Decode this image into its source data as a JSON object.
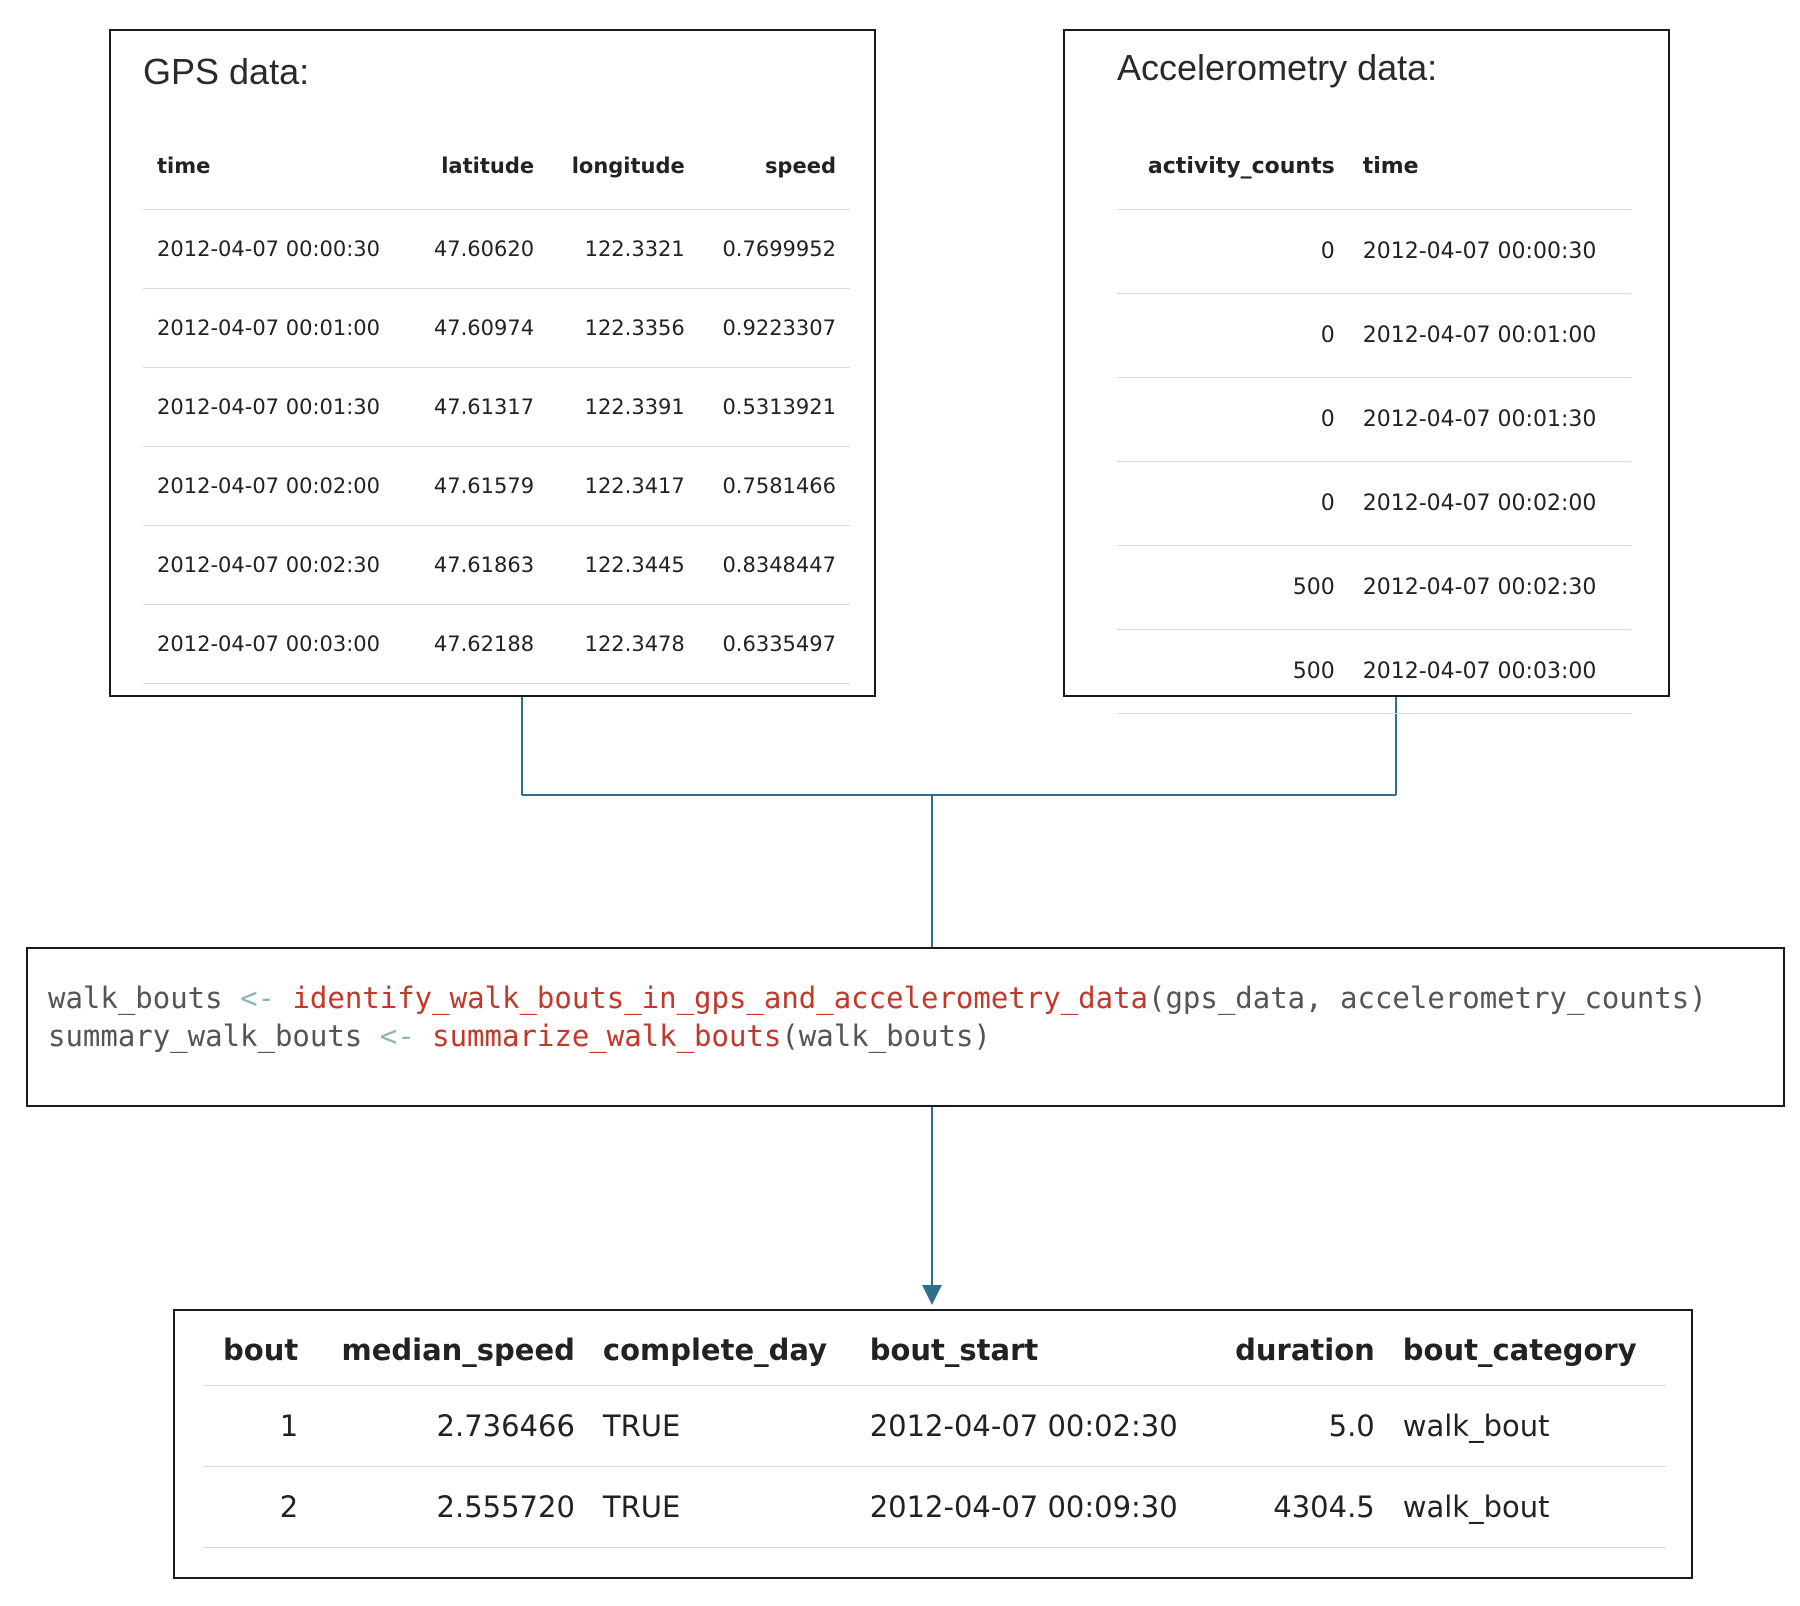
{
  "gps": {
    "title": "GPS data:",
    "columns": [
      "time",
      "latitude",
      "longitude",
      "speed"
    ],
    "rows": [
      [
        "2012-04-07 00:00:30",
        "47.60620",
        "122.3321",
        "0.7699952"
      ],
      [
        "2012-04-07 00:01:00",
        "47.60974",
        "122.3356",
        "0.9223307"
      ],
      [
        "2012-04-07 00:01:30",
        "47.61317",
        "122.3391",
        "0.5313921"
      ],
      [
        "2012-04-07 00:02:00",
        "47.61579",
        "122.3417",
        "0.7581466"
      ],
      [
        "2012-04-07 00:02:30",
        "47.61863",
        "122.3445",
        "0.8348447"
      ],
      [
        "2012-04-07 00:03:00",
        "47.62188",
        "122.3478",
        "0.6335497"
      ]
    ]
  },
  "accelerometry": {
    "title": "Accelerometry data:",
    "columns": [
      "activity_counts",
      "time"
    ],
    "rows": [
      [
        "0",
        "2012-04-07 00:00:30"
      ],
      [
        "0",
        "2012-04-07 00:01:00"
      ],
      [
        "0",
        "2012-04-07 00:01:30"
      ],
      [
        "0",
        "2012-04-07 00:02:00"
      ],
      [
        "500",
        "2012-04-07 00:02:30"
      ],
      [
        "500",
        "2012-04-07 00:03:00"
      ]
    ]
  },
  "code": {
    "line1": {
      "var": "walk_bouts",
      "assign": "<-",
      "fn": "identify_walk_bouts_in_gps_and_accelerometry_data",
      "args": "(gps_data, accelerometry_counts)"
    },
    "line2": {
      "var": "summary_walk_bouts",
      "assign": "<-",
      "fn": "summarize_walk_bouts",
      "args": "(walk_bouts)"
    }
  },
  "output": {
    "columns": [
      "bout",
      "median_speed",
      "complete_day",
      "bout_start",
      "duration",
      "bout_category"
    ],
    "rows": [
      [
        "1",
        "2.736466",
        "TRUE",
        "2012-04-07 00:02:30",
        "5.0",
        "walk_bout"
      ],
      [
        "2",
        "2.555720",
        "TRUE",
        "2012-04-07 00:09:30",
        "4304.5",
        "walk_bout"
      ]
    ]
  },
  "colors": {
    "connector": "#2f6f8a",
    "function_name": "#c0392b",
    "assign_operator": "#8fb8b0"
  }
}
